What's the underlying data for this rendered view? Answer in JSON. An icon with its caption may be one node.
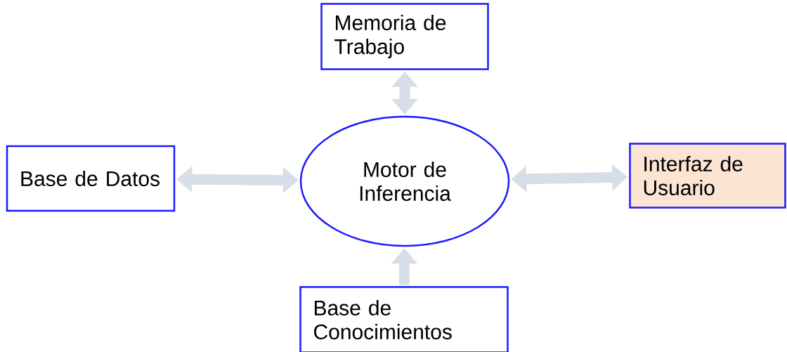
{
  "diagram": {
    "nodes": [
      {
        "text": [
          "Memoria de Trabajo"
        ]
      },
      {
        "text": [
          "Base de Datos"
        ]
      },
      {
        "text": [
          "Motor de Inferencia"
        ]
      },
      {
        "text": [
          "Interfaz de Usuario"
        ]
      },
      {
        "text": [
          "Base de Conocimientos"
        ]
      }
    ],
    "edges": [
      {
        "from": 0,
        "to": 2,
        "arrow": "both"
      },
      {
        "from": 1,
        "to": 2,
        "arrow": "both"
      },
      {
        "from": 2,
        "to": 3,
        "arrow": "both"
      },
      {
        "from": 4,
        "to": 2,
        "arrow": "to"
      }
    ]
  }
}
